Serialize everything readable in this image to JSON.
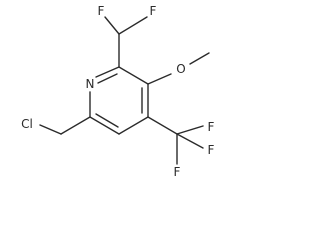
{
  "molecule": {
    "atoms": {
      "F1": "F",
      "F2": "F",
      "O": "O",
      "N": "N",
      "F3": "F",
      "F4": "F",
      "F5": "F",
      "Cl": "Cl"
    }
  }
}
